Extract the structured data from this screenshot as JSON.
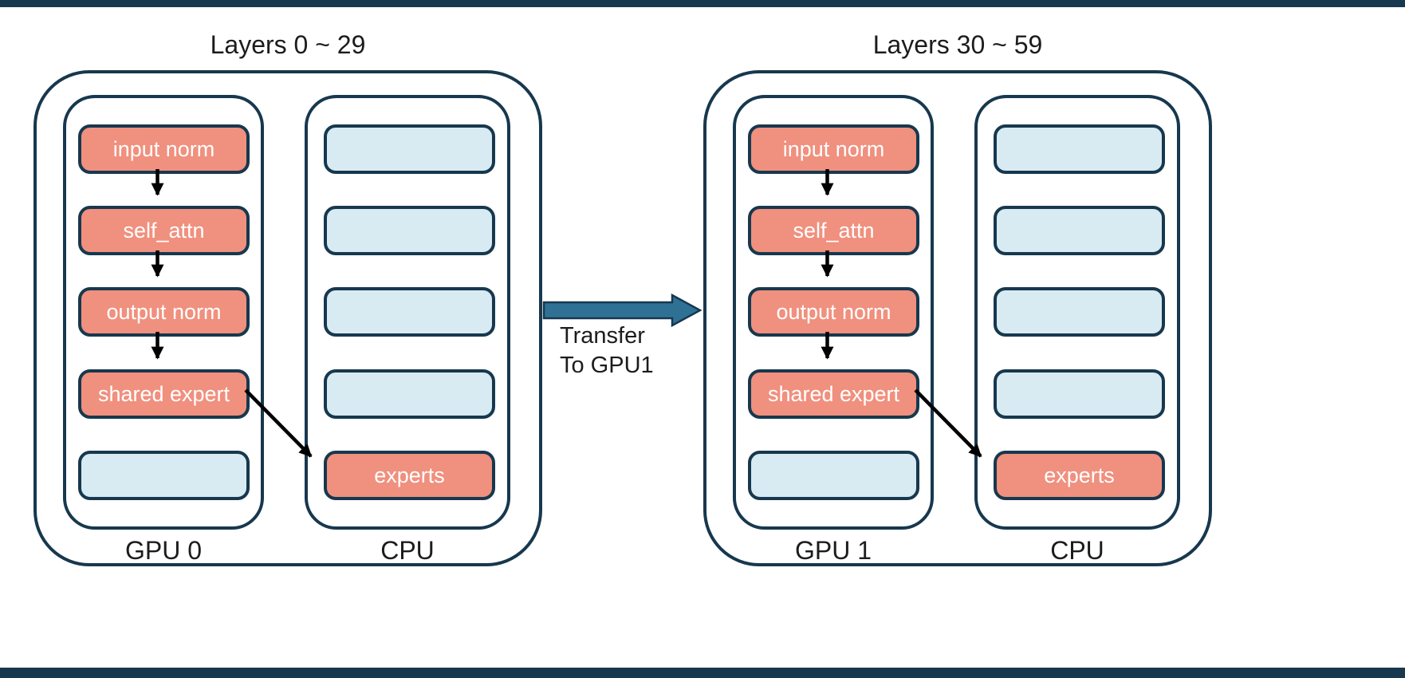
{
  "colors": {
    "border": "#17384E",
    "coral": "#F0907E",
    "blue_light": "#D8EAF2",
    "arrow_fill": "#2F7195",
    "text_dark": "#1c1c1c"
  },
  "groups": [
    {
      "title": "Layers 0 ~ 29",
      "gpu_label": "GPU 0",
      "cpu_label": "CPU",
      "gpu_boxes": [
        {
          "label": "input norm"
        },
        {
          "label": "self_attn"
        },
        {
          "label": "output norm"
        },
        {
          "label": "shared expert"
        },
        {
          "label": ""
        }
      ],
      "cpu_boxes": [
        {
          "label": ""
        },
        {
          "label": ""
        },
        {
          "label": ""
        },
        {
          "label": ""
        },
        {
          "label": "experts"
        }
      ]
    },
    {
      "title": "Layers 30 ~ 59",
      "gpu_label": "GPU 1",
      "cpu_label": "CPU",
      "gpu_boxes": [
        {
          "label": "input norm"
        },
        {
          "label": "self_attn"
        },
        {
          "label": "output norm"
        },
        {
          "label": "shared expert"
        },
        {
          "label": ""
        }
      ],
      "cpu_boxes": [
        {
          "label": ""
        },
        {
          "label": ""
        },
        {
          "label": ""
        },
        {
          "label": ""
        },
        {
          "label": "experts"
        }
      ]
    }
  ],
  "transfer": {
    "line1": "Transfer",
    "line2": "To GPU1"
  }
}
